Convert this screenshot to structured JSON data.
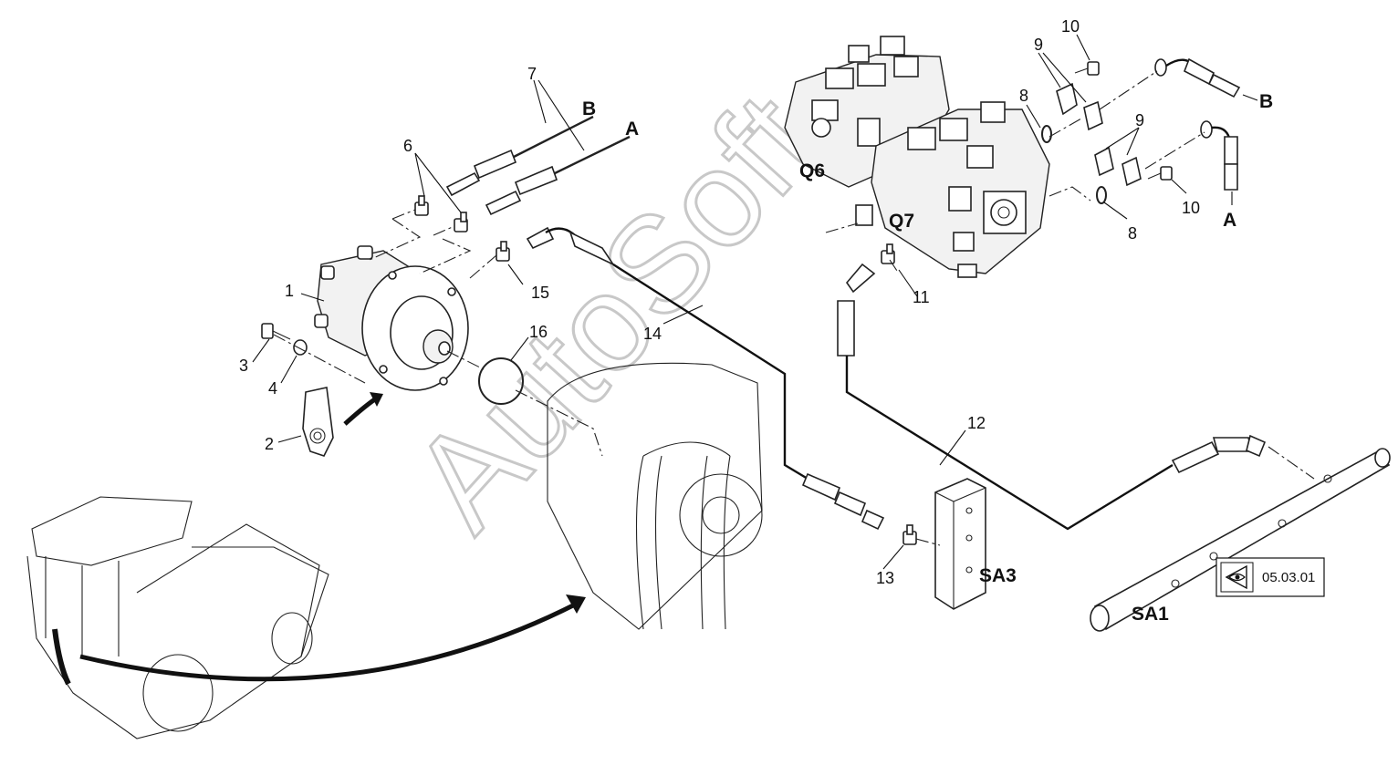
{
  "callouts": {
    "c1": "1",
    "c2": "2",
    "c3": "3",
    "c4": "4",
    "c6": "6",
    "c7": "7",
    "c8a": "8",
    "c8b": "8",
    "c9a": "9",
    "c9b": "9",
    "c10a": "10",
    "c10b": "10",
    "c11": "11",
    "c12": "12",
    "c13": "13",
    "c14": "14",
    "c15": "15",
    "c16": "16"
  },
  "connections": {
    "a_left": "A",
    "b_left": "B",
    "a_right": "A",
    "b_right": "B"
  },
  "assemblies": {
    "q6": "Q6",
    "q7": "Q7",
    "sa1": "SA1",
    "sa3": "SA3"
  },
  "reference_box": {
    "text": "05.03.01",
    "icon": "eye-icon"
  },
  "watermark": "AutoSoft"
}
